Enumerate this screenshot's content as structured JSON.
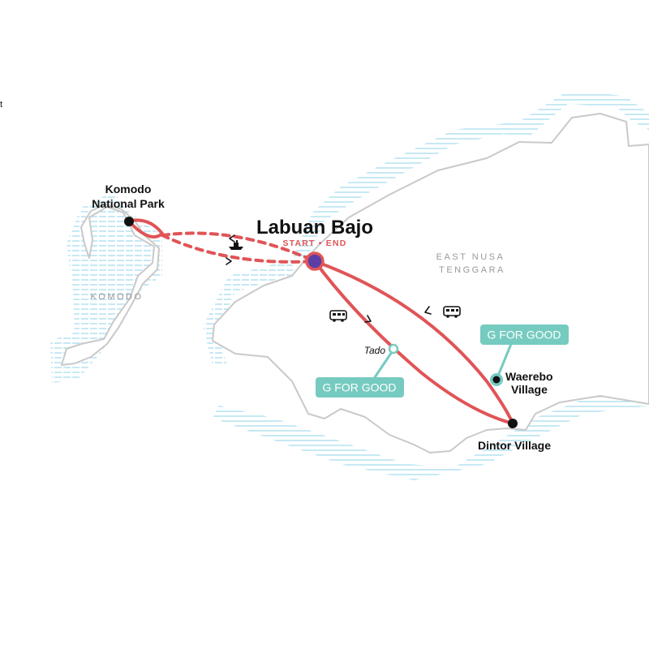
{
  "map": {
    "origin": {
      "name": "Labuan Bajo",
      "sub": "START • END"
    },
    "places": [
      {
        "id": "komodo",
        "line1": "Komodo",
        "line2": "National Park"
      },
      {
        "id": "tado",
        "name": "Tado"
      },
      {
        "id": "waerebo",
        "line1": "Waerebo",
        "line2": "Village"
      },
      {
        "id": "dintor",
        "name": "Dintor Village"
      }
    ],
    "regions": [
      {
        "id": "komodo-region",
        "lines": [
          "KOMODO"
        ]
      },
      {
        "id": "east-nusa",
        "lines": [
          "EAST NUSA",
          "TENGGARA"
        ]
      }
    ],
    "badges": [
      {
        "id": "tado-badge",
        "text": "G FOR GOOD"
      },
      {
        "id": "waerebo-badge",
        "text": "G FOR GOOD"
      }
    ],
    "edge_fragment": "t",
    "colors": {
      "route": "#e05457",
      "origin_fill": "#5b3fa6",
      "badge": "#76cbc0",
      "coast": "#c9c9c9",
      "water": "#8fd3e8",
      "stop": "#111111"
    },
    "icons": [
      "bus-icon",
      "boat-icon",
      "arrow-icon"
    ]
  }
}
